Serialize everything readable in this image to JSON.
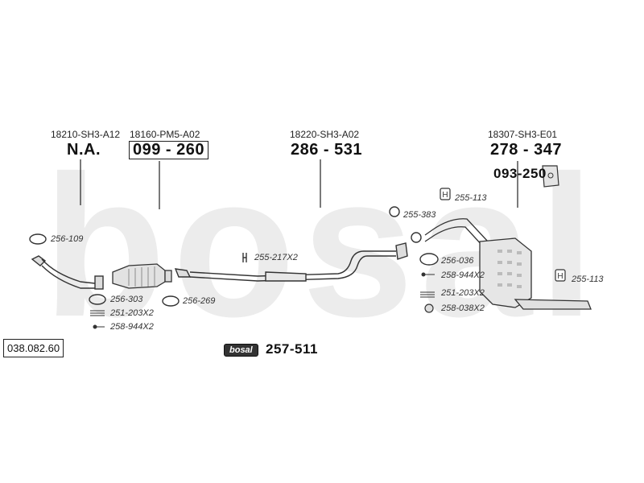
{
  "watermark_text": "bosal",
  "badge_text": "bosal",
  "reference_number": "038.082.60",
  "sections": [
    {
      "oem": "18210-SH3-A12",
      "part": "N.A."
    },
    {
      "oem": "18160-PM5-A02",
      "part": "099 - 260"
    },
    {
      "oem": "18220-SH3-A02",
      "part": "286 - 531"
    },
    {
      "oem": "18307-SH3-E01",
      "part": "278 - 347"
    }
  ],
  "bracket_part": "093-250",
  "kit_part": "257-511",
  "parts": {
    "p256_109": "256-109",
    "p256_303": "256-303",
    "p251_203_a": "251-203X2",
    "p258_944_a": "258-944X2",
    "p256_269": "256-269",
    "p255_217": "255-217X2",
    "p255_383": "255-383",
    "p255_113_a": "255-113",
    "p256_036": "256-036",
    "p258_944_b": "258-944X2",
    "p251_203_b": "251-203X2",
    "p258_038": "258-038X2",
    "p255_113_b": "255-113"
  }
}
